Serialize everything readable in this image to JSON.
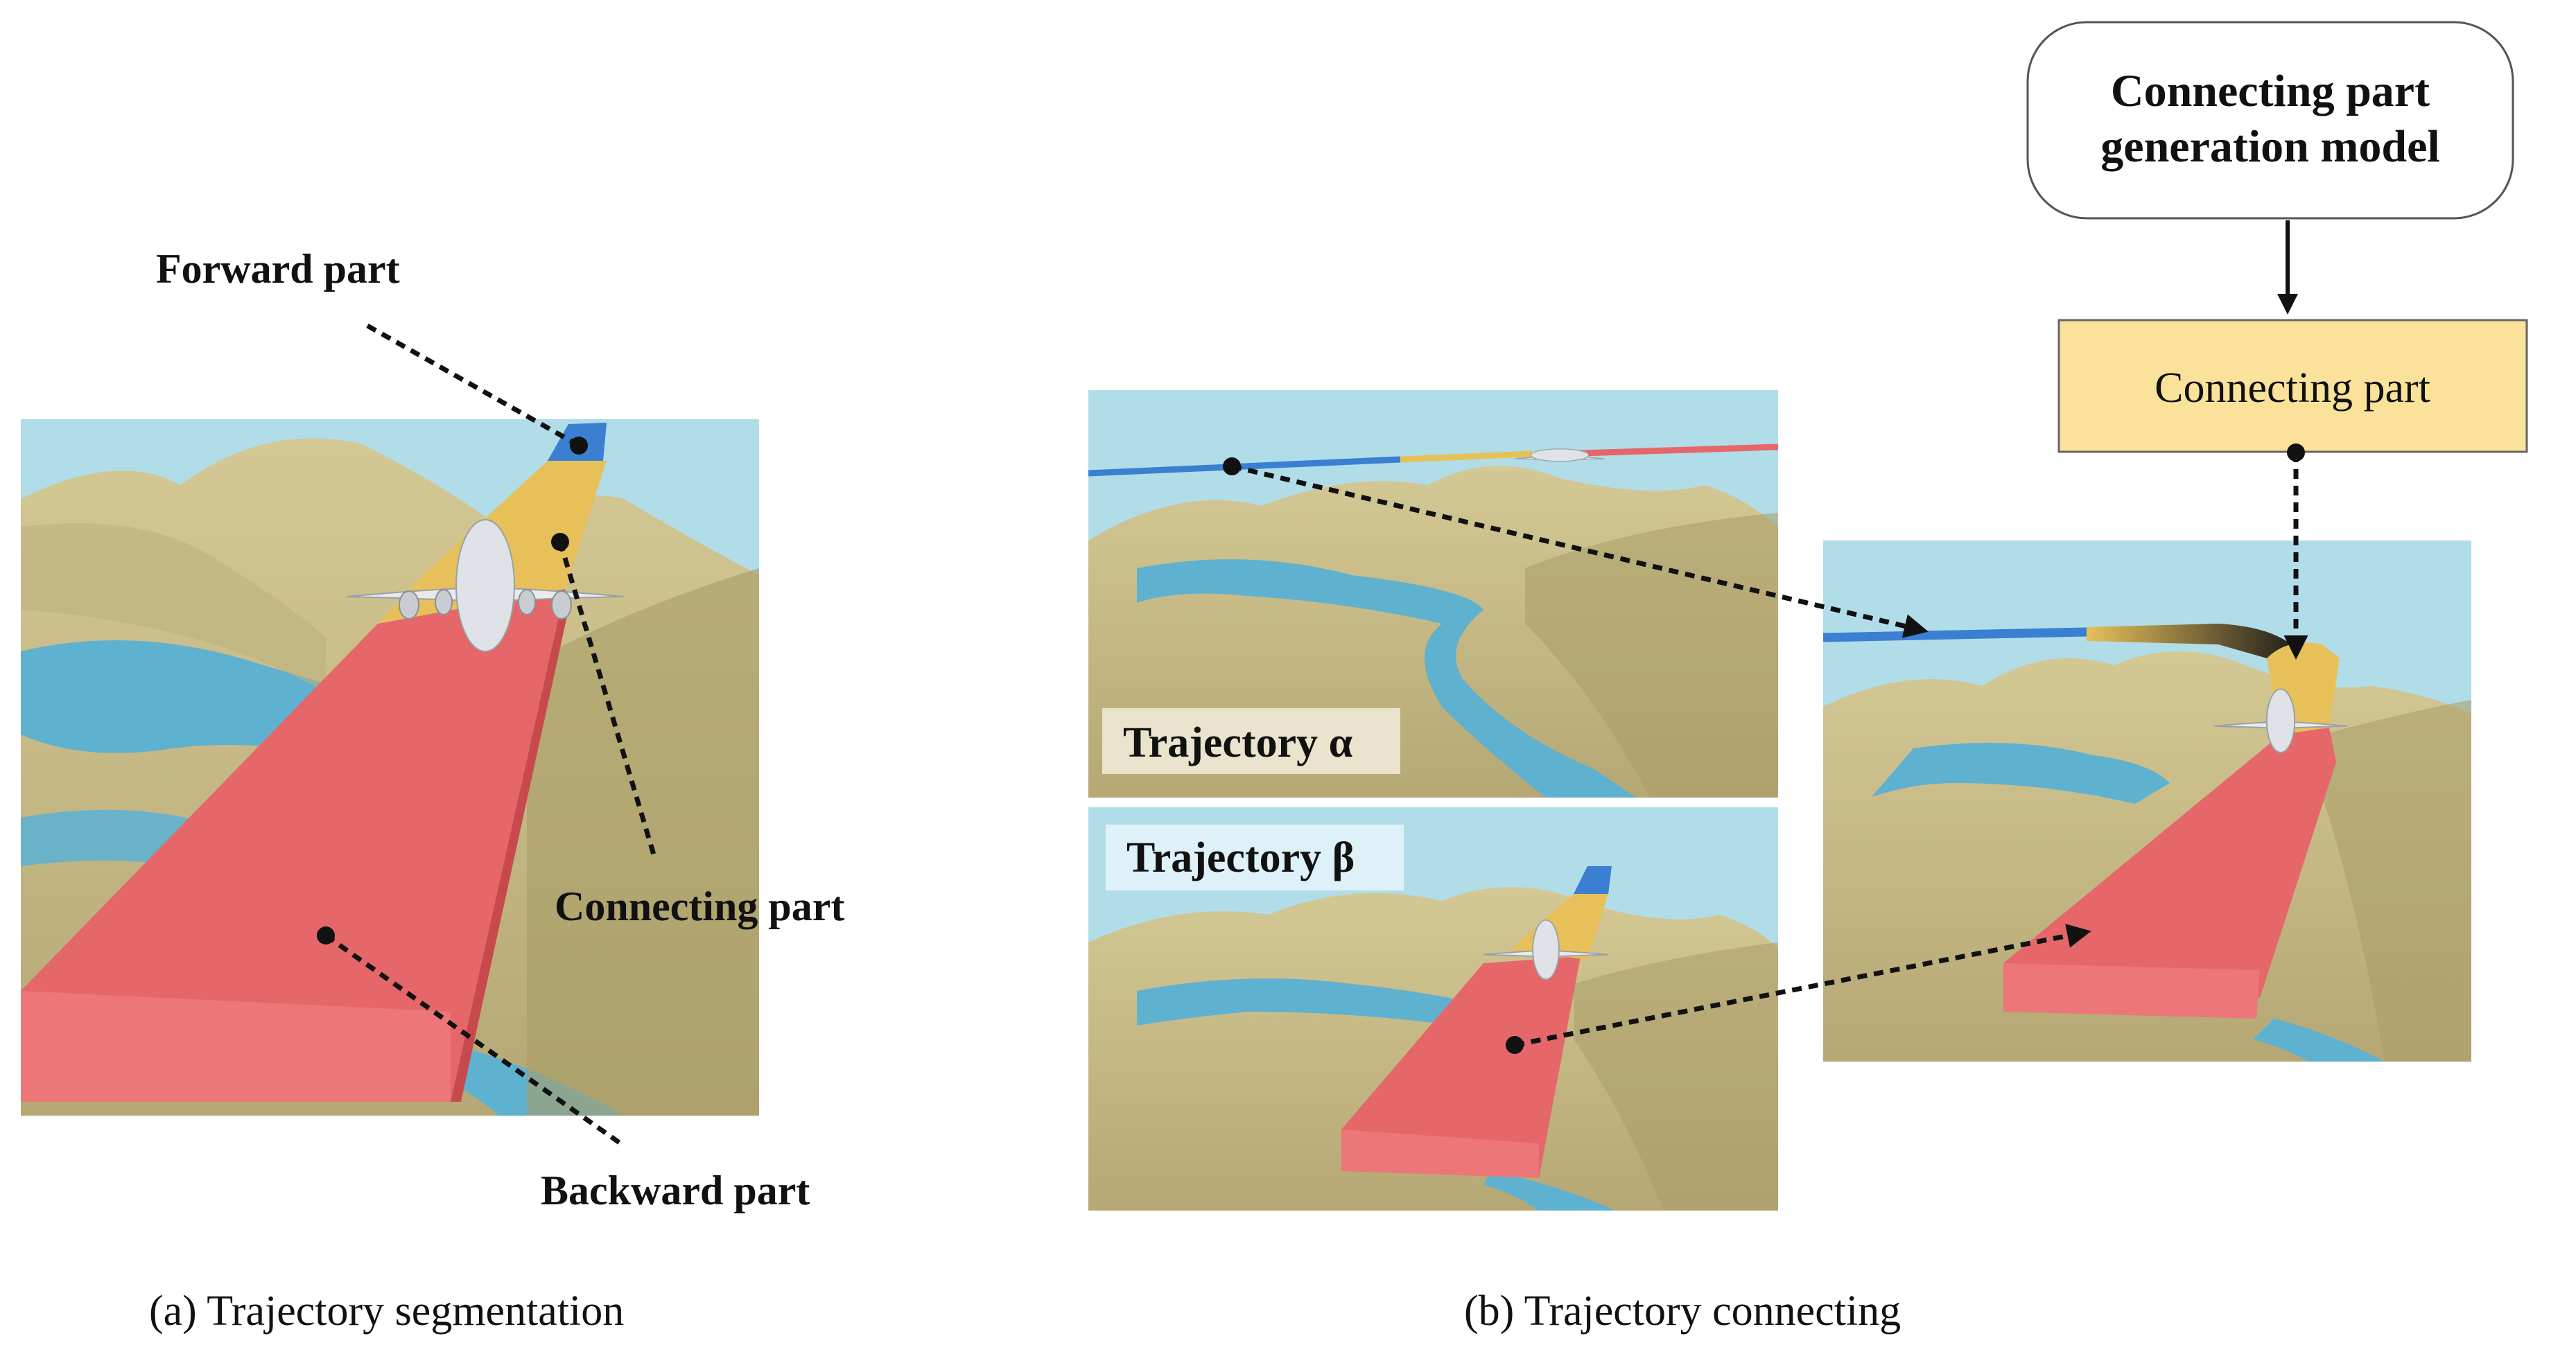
{
  "panel_a": {
    "label_forward": "Forward part",
    "label_connecting": "Connecting part",
    "label_backward": "Backward part",
    "caption": "(a) Trajectory segmentation"
  },
  "panel_b": {
    "model_box_line1": "Connecting part",
    "model_box_line2": "generation model",
    "output_box": "Connecting part",
    "trajectory_alpha": "Trajectory α",
    "trajectory_beta": "Trajectory β",
    "caption": "(b) Trajectory connecting"
  },
  "colors": {
    "sky": "#b1dde9",
    "terrain": "#c9bd8a",
    "terrain_dark": "#a99d68",
    "water": "#5fb1d0",
    "forward": "#3a7fd1",
    "connecting": "#e7c05a",
    "backward": "#e5676a",
    "box_fill": "#fbe29b"
  }
}
